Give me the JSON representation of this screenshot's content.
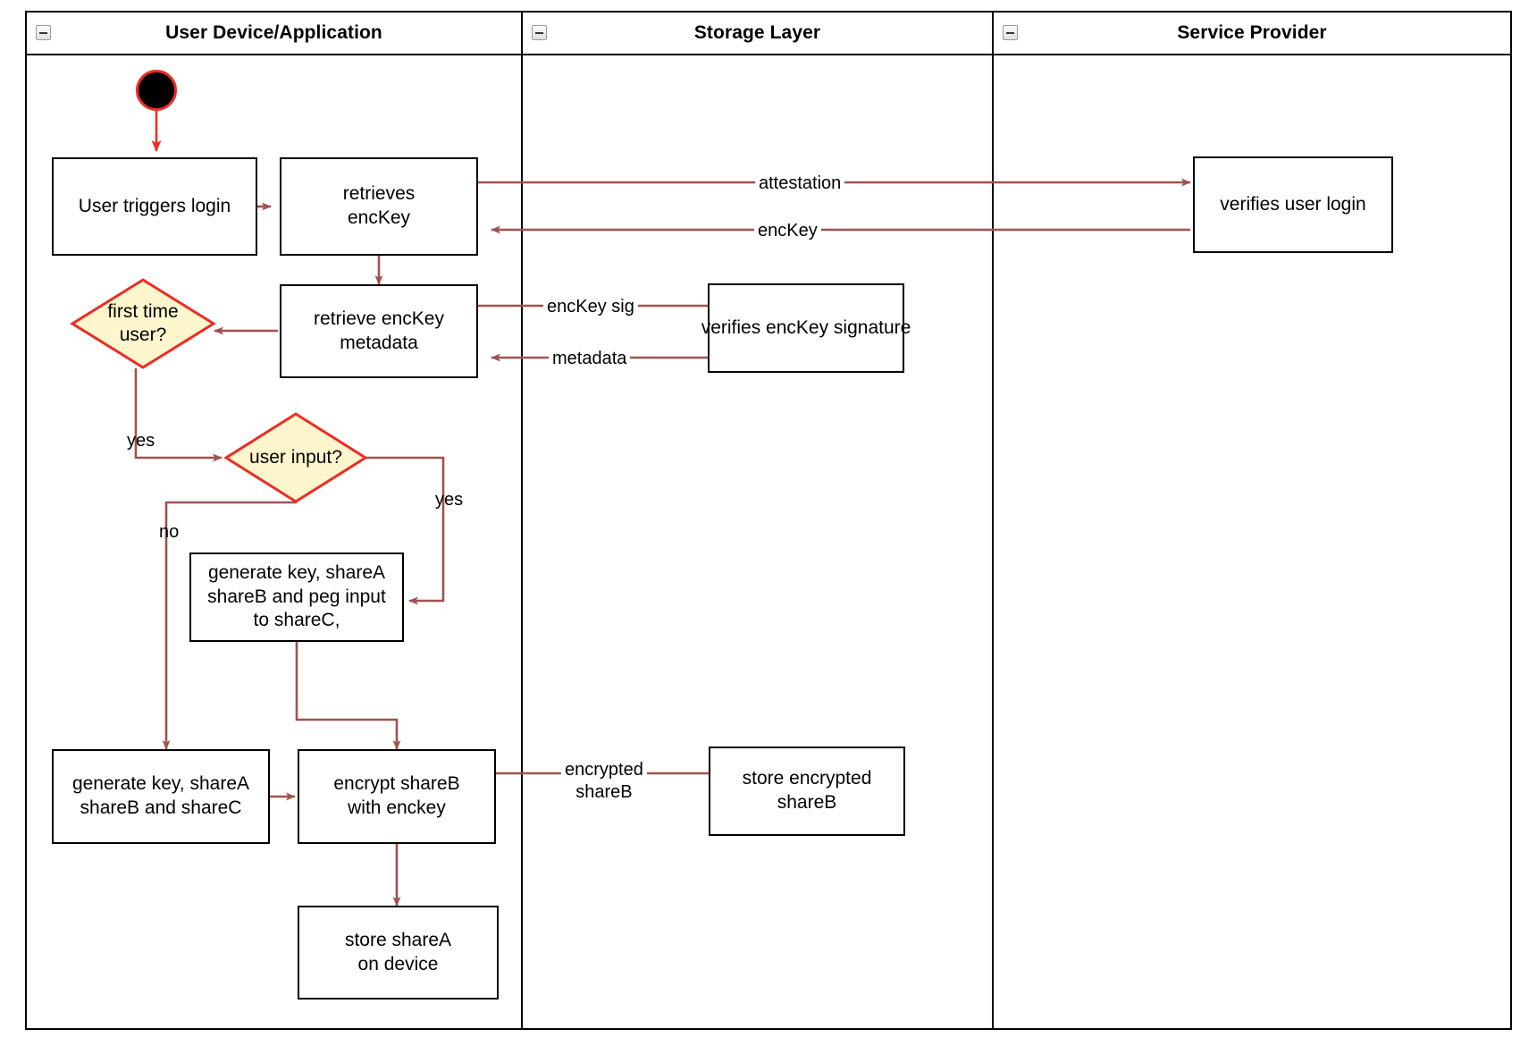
{
  "diagram": {
    "type": "uml-activity-swimlane",
    "accent_connector_color": "#a0524d",
    "start_node_border_color": "#ef2d23",
    "decision_fill_color": "#fdf6cc",
    "decision_border_color": "#ee2b23",
    "node_border_color": "#000000"
  },
  "lanes": [
    {
      "title": "User Device/Application",
      "collapse_icon": "minus-box-icon"
    },
    {
      "title": "Storage Layer",
      "collapse_icon": "minus-box-icon"
    },
    {
      "title": "Service Provider",
      "collapse_icon": "minus-box-icon"
    }
  ],
  "nodes": {
    "start": {
      "icon": "initial-node-icon"
    },
    "user_triggers_login": {
      "label": "User triggers login"
    },
    "retrieves_enckey": {
      "line1": "retrieves",
      "line2": "encKey"
    },
    "verifies_user_login": {
      "label": "verifies user login"
    },
    "retrieve_enckey_metadata": {
      "line1": "retrieve encKey",
      "line2": "metadata"
    },
    "verifies_enckey_signature": {
      "label": "verifies encKey signature"
    },
    "first_time_user": {
      "line1": "first time",
      "line2": "user?"
    },
    "user_input": {
      "label": "user input?"
    },
    "generate_key_peg": {
      "line1": "generate key, shareA",
      "line2": "shareB and peg input",
      "line3": "to shareC,"
    },
    "generate_key_shares": {
      "line1": "generate key, shareA",
      "line2": "shareB and shareC"
    },
    "encrypt_shareb": {
      "line1": "encrypt shareB",
      "line2": "with enckey"
    },
    "store_encrypted_shareb": {
      "line1": "store encrypted",
      "line2": "shareB"
    },
    "store_sharea_on_device": {
      "line1": "store shareA",
      "line2": "on device"
    }
  },
  "edge_labels": {
    "attestation": "attestation",
    "enckey": "encKey",
    "enckey_sig": "encKey sig",
    "metadata": "metadata",
    "first_time_yes": "yes",
    "user_input_yes": "yes",
    "user_input_no": "no",
    "encrypted_shareb_l1": "encrypted",
    "encrypted_shareb_l2": "shareB"
  }
}
